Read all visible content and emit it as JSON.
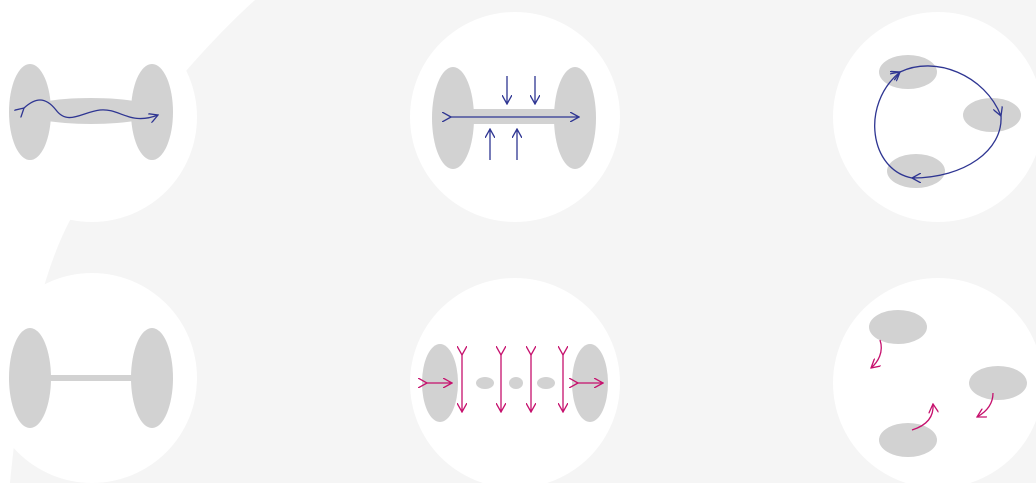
{
  "colors": {
    "page_background": "#ffffff",
    "backdrop": "#f5f5f5",
    "panel": "#ffffff",
    "blob": "#d2d2d2",
    "arrow_primary": "#2e3592",
    "arrow_secondary": "#c6106d"
  },
  "panels": [
    {
      "id": "stretched-bridge",
      "row": 1,
      "col": 1,
      "arrow_color": "arrow_primary",
      "icon": "wavy-double-arrow-icon"
    },
    {
      "id": "compressed-bridge",
      "row": 1,
      "col": 2,
      "arrow_color": "arrow_primary",
      "icon": "compression-arrows-icon"
    },
    {
      "id": "cycle-of-three",
      "row": 1,
      "col": 3,
      "arrow_color": "arrow_primary",
      "icon": "cycle-arrows-icon"
    },
    {
      "id": "thin-bridge",
      "row": 2,
      "col": 1,
      "arrow_color": "none",
      "icon": "none"
    },
    {
      "id": "fragmented-bridge",
      "row": 2,
      "col": 2,
      "arrow_color": "arrow_secondary",
      "icon": "vibration-arrows-icon"
    },
    {
      "id": "detached-blobs",
      "row": 2,
      "col": 3,
      "arrow_color": "arrow_secondary",
      "icon": "curved-arrows-icon"
    }
  ]
}
